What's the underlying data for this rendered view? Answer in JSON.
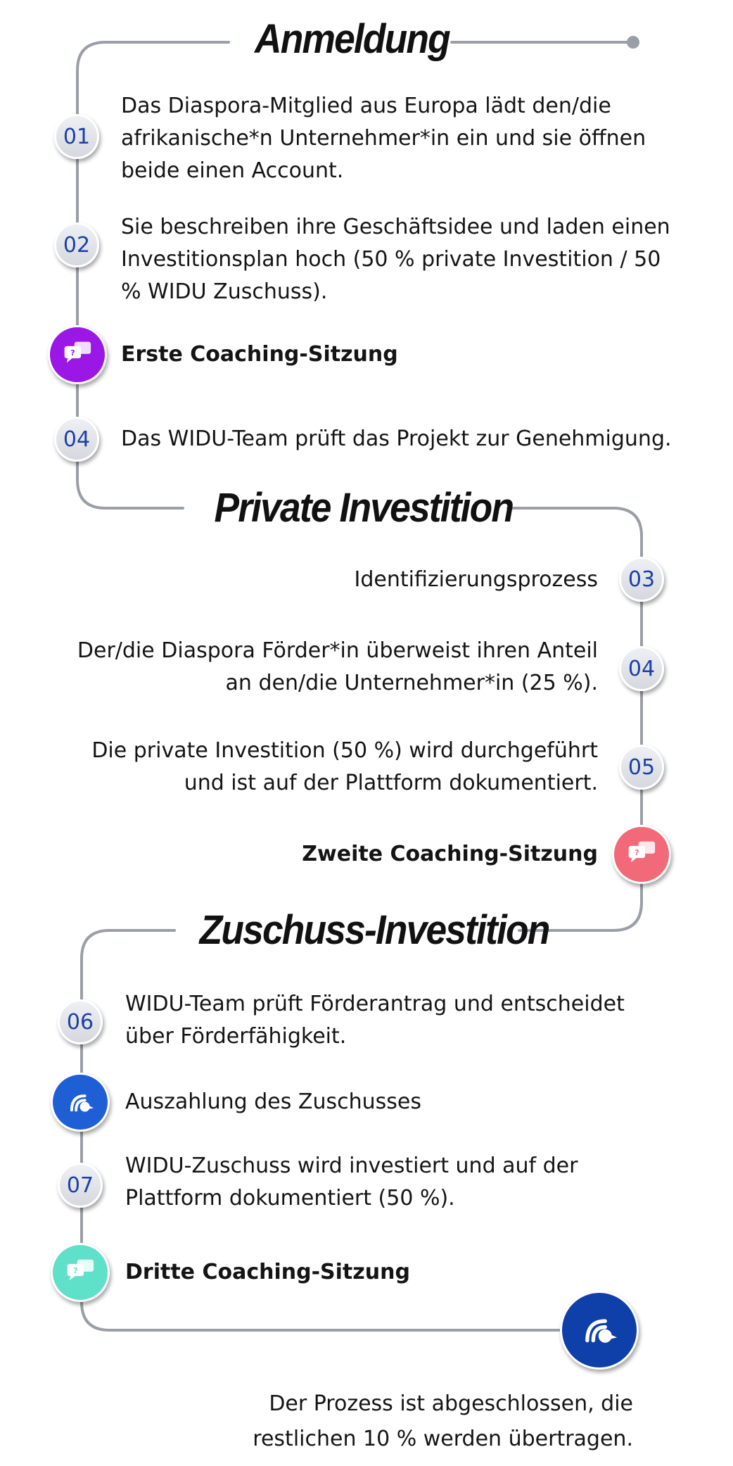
{
  "sections": [
    {
      "title": "Anmeldung"
    },
    {
      "title": "Private Investition"
    },
    {
      "title": "Zuschuss-Investition"
    }
  ],
  "steps": [
    {
      "number": "01",
      "text": "Das Diaspora-Mitglied aus Europa lädt den/die afrikanische*n Unternehmer*in ein und sie öffnen beide einen Account."
    },
    {
      "number": "02",
      "text": "Sie beschreiben ihre Geschäftsidee und laden einen Investitionsplan hoch (50 % private Investition / 50 % WIDU Zuschuss)."
    },
    {
      "icon": "coaching-chat-icon",
      "color": "#9b17e6",
      "text": "Erste Coaching-Sitzung"
    },
    {
      "number": "04",
      "text": "Das WIDU-Team prüft das Projekt zur Genehmigung."
    },
    {
      "number": "03",
      "text": "Identifizierungsprozess"
    },
    {
      "number": "04",
      "text": "Der/die Diaspora Förder*in überweist ihren Anteil an den/die Unternehmer*in (25 %)."
    },
    {
      "number": "05",
      "text": "Die private Investition (50 %) wird durchgeführt und ist auf der Plattform dokumentiert."
    },
    {
      "icon": "coaching-chat-icon",
      "color": "#f26a7a",
      "text": "Zweite Coaching-Sitzung"
    },
    {
      "number": "06",
      "text": "WIDU-Team prüft Förderantrag und entscheidet über Förderfähigkeit."
    },
    {
      "icon": "widu-bird-icon",
      "color": "#1f5fd6",
      "text": "Auszahlung des Zuschusses"
    },
    {
      "number": "07",
      "text": "WIDU-Zuschuss wird investiert und auf der Plattform dokumentiert (50 %)."
    },
    {
      "icon": "coaching-chat-icon",
      "color": "#5fe0c8",
      "text": "Dritte Coaching-Sitzung"
    }
  ],
  "final": {
    "icon": "widu-bird-icon",
    "color": "#0f3fa8",
    "text": "Der Prozess ist abgeschlossen, die restlichen 10 % werden übertragen."
  },
  "colors": {
    "line": "#9a9ea6",
    "badge_text": "#1d3fa8"
  }
}
